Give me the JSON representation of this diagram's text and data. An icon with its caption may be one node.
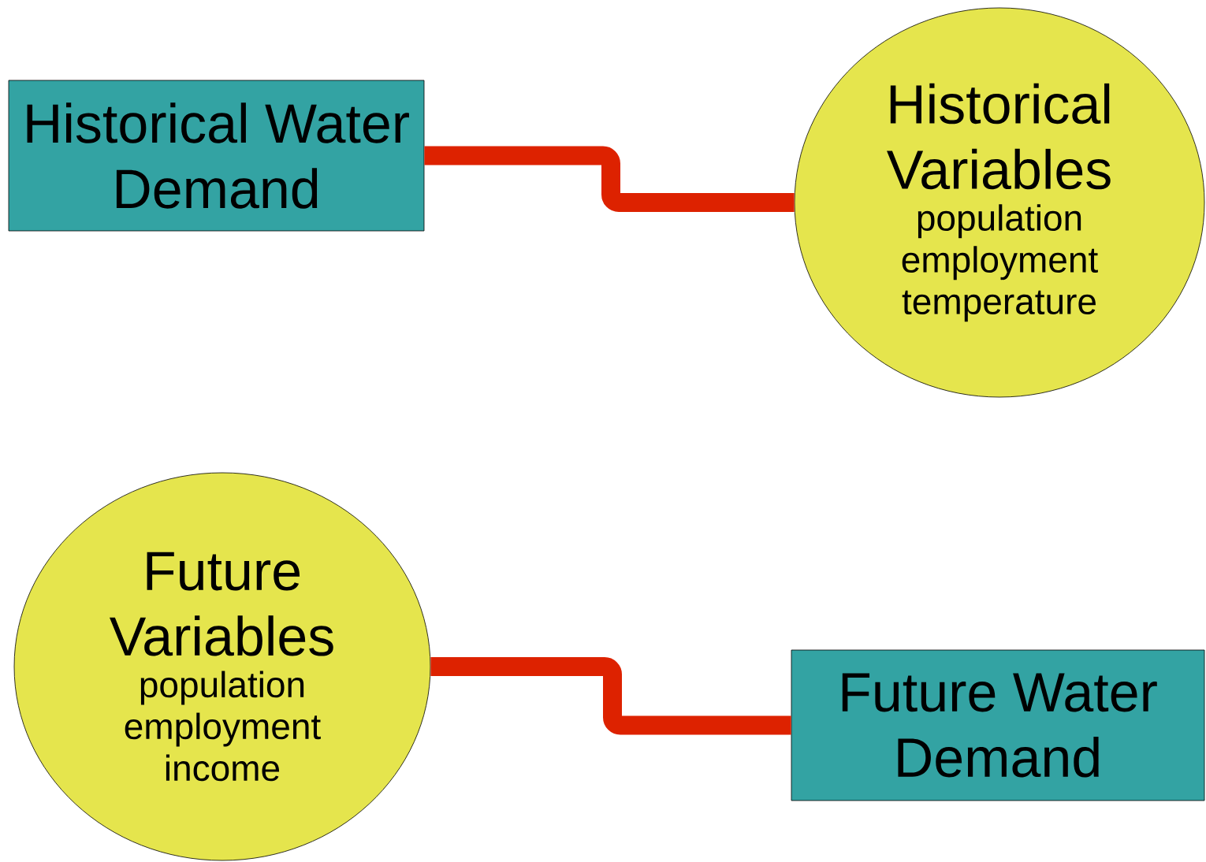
{
  "diagram": {
    "nodes": [
      {
        "text": [
          "Historical Water Demand"
        ]
      },
      {
        "text": [
          "Historical Variables",
          "population employment temperature"
        ]
      },
      {
        "text": [
          "Future Variables",
          "population employment income"
        ]
      },
      {
        "text": [
          "Future Water Demand"
        ]
      }
    ],
    "edges": [
      {
        "from": 0,
        "to": 1,
        "arrow": "none"
      },
      {
        "from": 2,
        "to": 3,
        "arrow": "none"
      }
    ]
  }
}
